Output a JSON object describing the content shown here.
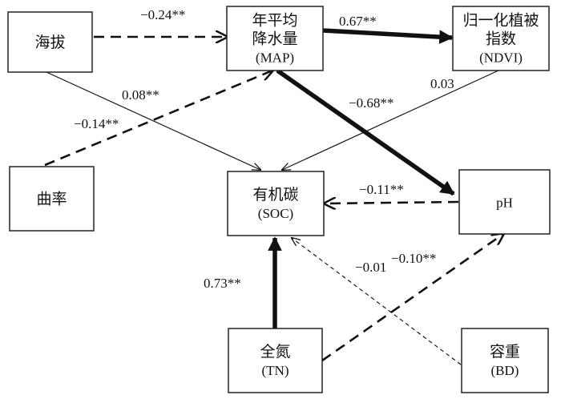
{
  "nodes": {
    "altitude": {
      "lines": [
        "海拔"
      ]
    },
    "map": {
      "lines": [
        "年平均",
        "降水量",
        "(MAP)"
      ]
    },
    "ndvi": {
      "lines": [
        "归一化植被",
        "指数",
        "(NDVI)"
      ]
    },
    "curvature": {
      "lines": [
        "曲率"
      ]
    },
    "soc": {
      "lines": [
        "有机碳",
        "(SOC)"
      ]
    },
    "ph": {
      "lines": [
        "pH"
      ]
    },
    "tn": {
      "lines": [
        "全氮",
        "(TN)"
      ]
    },
    "bd": {
      "lines": [
        "容重",
        "(BD)"
      ]
    }
  },
  "edges": [
    {
      "id": "altitude-map",
      "from": "altitude",
      "to": "map",
      "coef": "−0.24**",
      "sign": "negative",
      "strength": "medium"
    },
    {
      "id": "map-ndvi",
      "from": "map",
      "to": "ndvi",
      "coef": "0.67**",
      "sign": "positive",
      "strength": "strong"
    },
    {
      "id": "altitude-soc",
      "from": "altitude",
      "to": "soc",
      "coef": "0.08**",
      "sign": "positive",
      "strength": "weak"
    },
    {
      "id": "curvature-map",
      "from": "curvature",
      "to": "map",
      "coef": "−0.14**",
      "sign": "negative",
      "strength": "medium"
    },
    {
      "id": "ndvi-soc",
      "from": "ndvi",
      "to": "soc",
      "coef": "0.03",
      "sign": "positive",
      "strength": "weak"
    },
    {
      "id": "map-ph",
      "from": "map",
      "to": "ph",
      "coef": "−0.68**",
      "sign": "positive",
      "strength": "strong"
    },
    {
      "id": "ph-soc",
      "from": "ph",
      "to": "soc",
      "coef": "−0.11**",
      "sign": "negative",
      "strength": "medium"
    },
    {
      "id": "bd-soc",
      "from": "bd",
      "to": "soc",
      "coef": "−0.01",
      "sign": "negative",
      "strength": "weak"
    },
    {
      "id": "tn-ph",
      "from": "tn",
      "to": "ph",
      "coef": "−0.10**",
      "sign": "negative",
      "strength": "medium"
    },
    {
      "id": "tn-soc",
      "from": "tn",
      "to": "soc",
      "coef": "0.73**",
      "sign": "positive",
      "strength": "strong"
    }
  ],
  "colors": {
    "line": "#111111",
    "box_border": "#222222",
    "background": "#ffffff"
  }
}
